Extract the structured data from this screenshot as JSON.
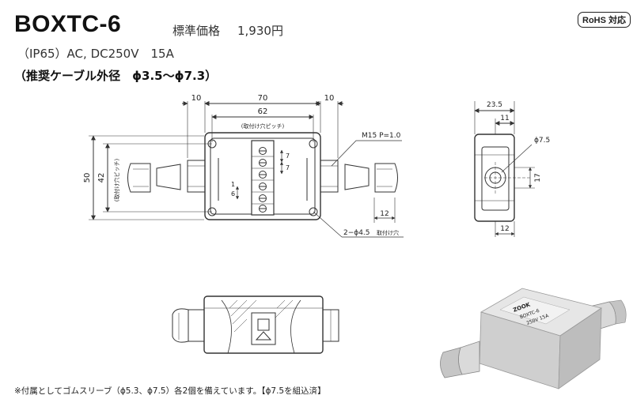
{
  "header": {
    "title": "BOXTC-6",
    "price_label": "標準価格",
    "price_value": "1,930円",
    "rohs_badge": "RoHS 対応",
    "spec": "（IP65）AC, DC250V　15A",
    "cable_range": "（推奨ケーブル外径　ϕ3.5〜ϕ7.3）"
  },
  "front_view": {
    "dim_top_left": "10",
    "dim_top_overall": "70",
    "dim_top_right": "10",
    "dim_top_pitch": "62",
    "pitch_label_top": "(取付け穴ピッチ)",
    "dim_left_overall": "50",
    "dim_left_pitch": "42",
    "pitch_label_left": "(取付け穴ピッチ)",
    "thread_label": "M15 P=1.0",
    "terminal_pitch_a": "7",
    "terminal_pitch_b": "7",
    "terminal_pitch_c": "6",
    "terminal_pitch_d": "1",
    "dim_right_small": "12",
    "mount_hole_label": "2−ϕ4.5",
    "mount_hole_note": "取付け穴"
  },
  "side_view": {
    "dim_width": "23.5",
    "dim_inner": "11",
    "hole_dia": "ϕ7.5",
    "dim_height": "17",
    "dim_bottom": "12"
  },
  "photo": {
    "brand": "ZOOK",
    "model": "BOXTC-6",
    "rating": "250V 15A"
  },
  "footnote": "※付属としてゴムスリーブ（ϕ5.3、ϕ7.5）各2個を備えています。【ϕ7.5を組込済】"
}
